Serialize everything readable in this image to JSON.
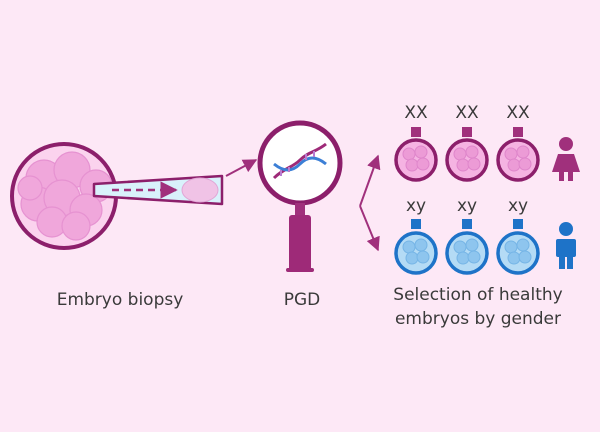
{
  "captions": {
    "biopsy": "Embryo biopsy",
    "pgd": "PGD",
    "selection_line1": "Selection of healthy",
    "selection_line2": "embryos by gender"
  },
  "chromosomes": {
    "female": [
      "XX",
      "XX",
      "XX"
    ],
    "male": [
      "xy",
      "xy",
      "xy"
    ]
  },
  "icons": {
    "female": "female-person-icon",
    "male": "male-person-icon",
    "magnifier": "magnifying-glass-icon",
    "dna": "dna-helix-icon"
  },
  "colors": {
    "background": "#fde8f6",
    "embryo_pink": "#f2a6dc",
    "embryo_pink_dark": "#8c1f6b",
    "embryo_blue": "#a9d4f2",
    "embryo_blue_dark": "#1e73c8",
    "arrow": "#a0307c"
  }
}
